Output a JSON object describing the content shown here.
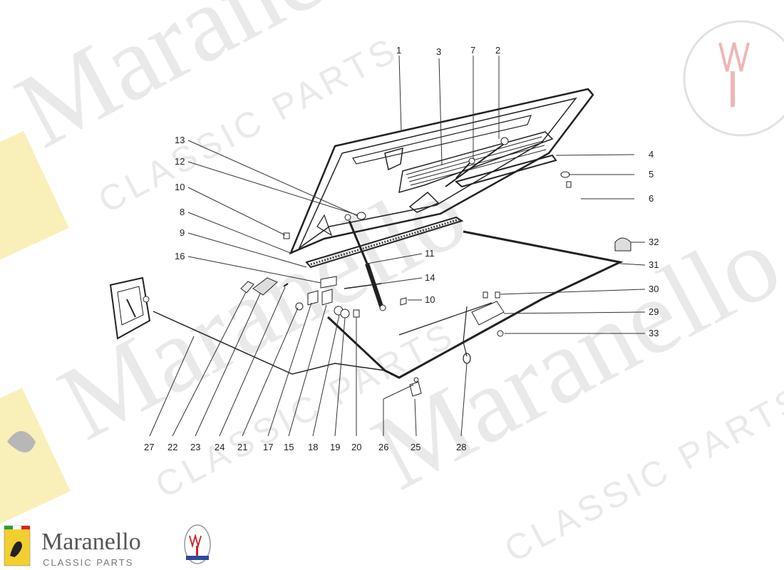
{
  "watermark": {
    "big": "Maranello",
    "small": "CLASSIC PARTS"
  },
  "brand": {
    "name": "Maranello",
    "tagline": "CLASSIC PARTS",
    "badge_left": "Ferrari",
    "badge_right": "MASERATI"
  },
  "callouts": [
    "1",
    "3",
    "7",
    "2",
    "4",
    "5",
    "6",
    "13",
    "12",
    "10",
    "8",
    "9",
    "16",
    "11",
    "14",
    "10",
    "32",
    "31",
    "30",
    "29",
    "33",
    "27",
    "22",
    "23",
    "24",
    "21",
    "17",
    "15",
    "18",
    "19",
    "20",
    "26",
    "25",
    "28"
  ]
}
